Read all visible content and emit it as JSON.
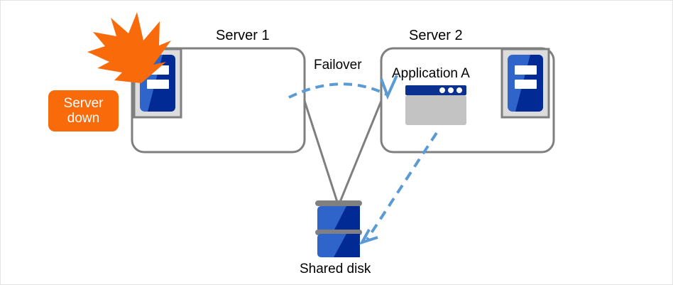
{
  "diagram": {
    "title_server1": "Server 1",
    "title_server2": "Server 2",
    "app_label": "Application A",
    "failover_label": "Failover",
    "shared_disk_label": "Shared disk",
    "server_down_line1": "Server",
    "server_down_line2": "down"
  },
  "colors": {
    "alert_orange": "#f96a0b",
    "box_border_gray": "#7f7f7f",
    "arrow_blue": "#5b9bd5",
    "server_blue_light": "#2f64ca",
    "server_blue_dark": "#012a94",
    "app_titlebar_navy": "#0a3090",
    "app_body_gray": "#c3c3c3",
    "icon_frame_gray": "#dcdcdc",
    "disk_separator_gray": "#808080",
    "page_background": "#ffffff"
  }
}
